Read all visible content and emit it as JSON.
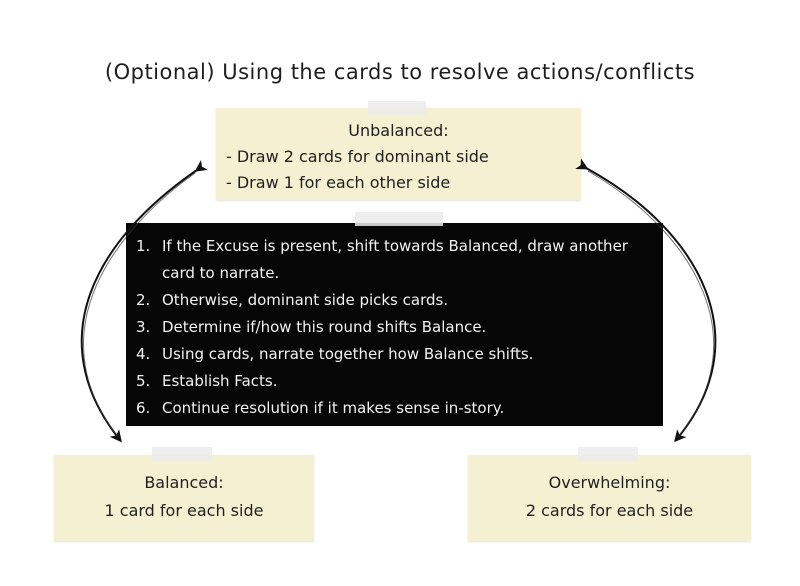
{
  "title": "(Optional) Using the cards to resolve actions/conflicts",
  "unbalanced": {
    "heading": "Unbalanced:",
    "items": [
      "- Draw 2 cards for dominant side",
      "- Draw 1 for each other side"
    ]
  },
  "balanced": {
    "heading": "Balanced:",
    "body": "1 card for each side"
  },
  "overwhelming": {
    "heading": "Overwhelming:",
    "body": "2 cards for each side"
  },
  "steps": [
    {
      "num": "1.",
      "text": "If the Excuse is present, shift towards Balanced, draw another card to narrate."
    },
    {
      "num": "2.",
      "text": "Otherwise, dominant side picks cards."
    },
    {
      "num": "3.",
      "text": "Determine if/how this round shifts Balance."
    },
    {
      "num": "4.",
      "text": "Using cards, narrate together how Balance shifts."
    },
    {
      "num": "5.",
      "text": "Establish Facts."
    },
    {
      "num": "6.",
      "text": "Continue resolution if it makes sense in-story."
    }
  ]
}
